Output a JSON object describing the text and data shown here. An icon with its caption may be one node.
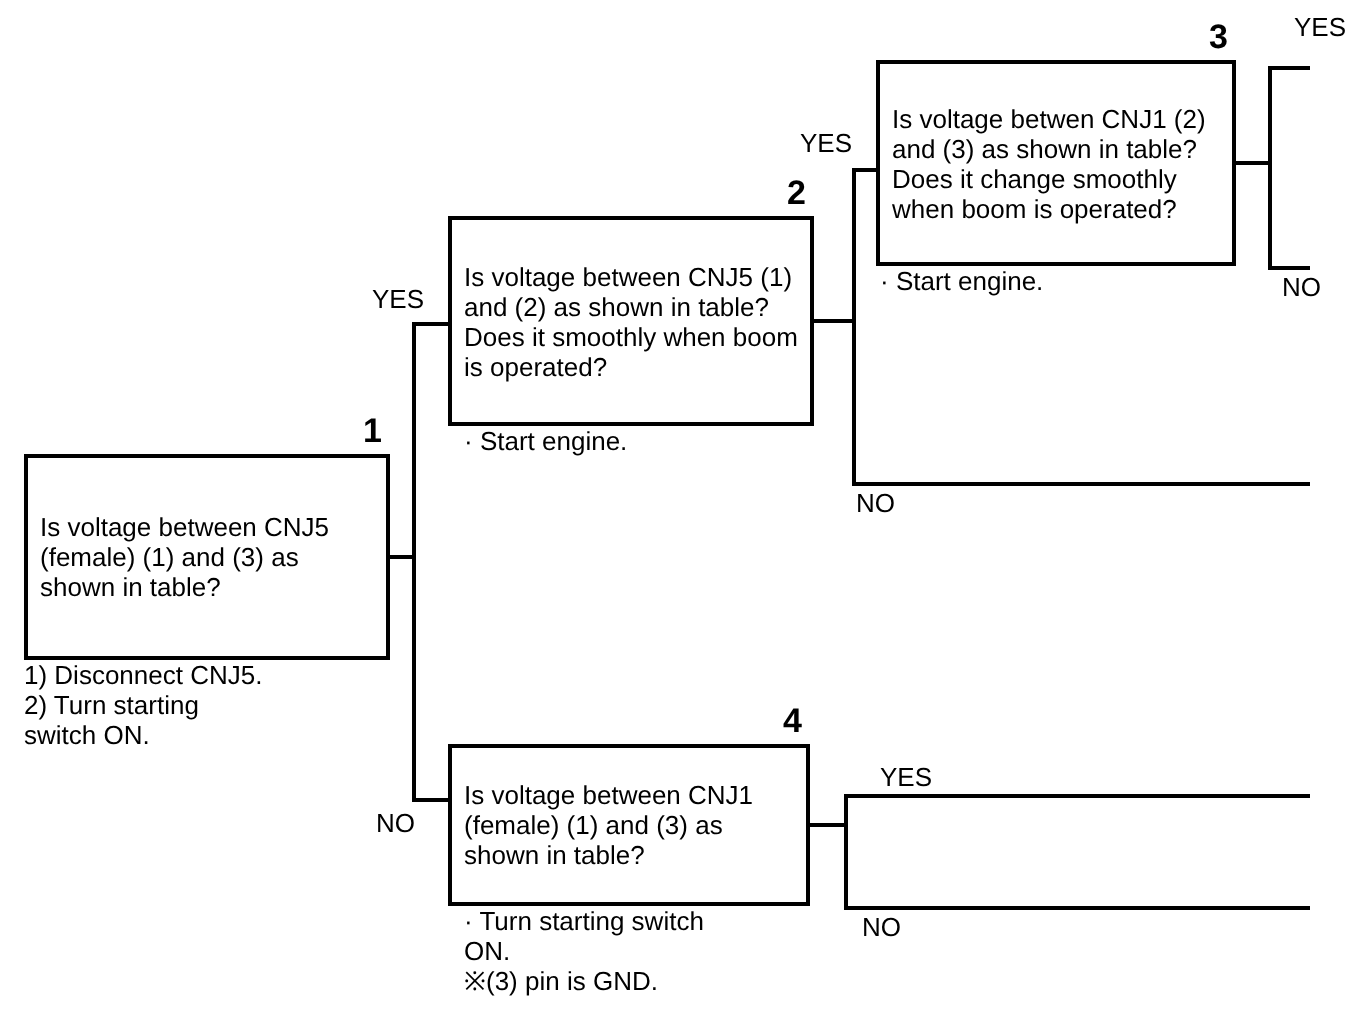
{
  "diagram": {
    "nodes": [
      {
        "text": [
          "Is voltage between CNJ5 (female) (1) and (3) as shown in table?"
        ],
        "beside": [
          "1",
          "1) Disconnect CNJ5.",
          "2) Turn starting switch ON."
        ]
      },
      {
        "text": [
          "Is voltage between CNJ5 (1) and (2) as shown in table? Does it smoothly when boom is operated?"
        ],
        "beside": [
          "2",
          "· Start engine."
        ]
      },
      {
        "text": [
          "Is voltage betwen CNJ1 (2) and (3) as shown in table? Does it change smoothly when boom is operated?"
        ],
        "beside": [
          "3",
          "· Start engine."
        ]
      },
      {
        "text": [
          "Is voltage between CNJ1 (female) (1) and (3) as shown in table?"
        ],
        "beside": [
          "4",
          "· Turn starting switch ON.",
          "※(3) pin is GND."
        ]
      }
    ],
    "edges": [
      {
        "from": 0,
        "to": 1,
        "arrow": "none",
        "label": "YES"
      },
      {
        "from": 0,
        "to": 3,
        "arrow": "none",
        "label": "NO"
      },
      {
        "from": 1,
        "to": 2,
        "arrow": "none",
        "label": "YES"
      },
      {
        "from": 1,
        "to": null,
        "arrow": "none",
        "label": "NO"
      },
      {
        "from": 2,
        "to": null,
        "arrow": "none",
        "label": "YES"
      },
      {
        "from": 2,
        "to": null,
        "arrow": "none",
        "label": "NO"
      },
      {
        "from": 3,
        "to": null,
        "arrow": "none",
        "label": "YES"
      },
      {
        "from": 3,
        "to": null,
        "arrow": "none",
        "label": "NO"
      }
    ]
  }
}
